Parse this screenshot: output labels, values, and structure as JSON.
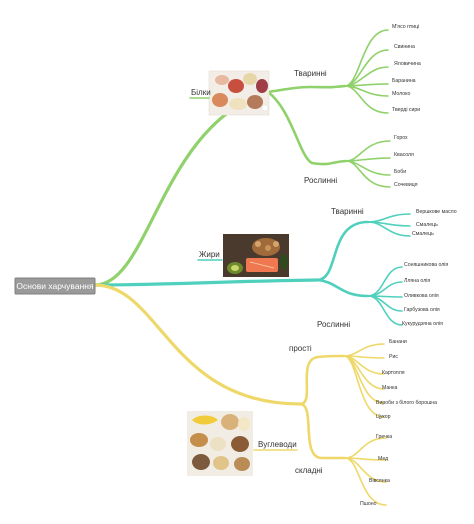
{
  "root": {
    "label": "Основи харчування"
  },
  "branches": {
    "proteins": {
      "label": "Білки",
      "image_icon": "food-photo-protein",
      "color": "#8fd16a",
      "animal": {
        "label": "Тваринні",
        "items": [
          "М'ясо птиці",
          "Свинина",
          "Яловичина",
          "Баранина",
          "Молоко",
          "Тверді сири"
        ]
      },
      "plant": {
        "label": "Рослинні",
        "items": [
          "Горох",
          "Квасоля",
          "Боби",
          "Сочевиця"
        ]
      }
    },
    "fats": {
      "label": "Жири",
      "image_icon": "food-photo-fats",
      "color": "#4fd0bd",
      "animal": {
        "label": "Тваринні",
        "items": [
          "Вершкове масло",
          "Смалець",
          "Смалець"
        ]
      },
      "plant": {
        "label": "Рослинні",
        "items": [
          "Соняшникова олія",
          "Лляна олія",
          "Оливкова олія",
          "Гарбузова олія",
          "Кукурудзяна олія"
        ]
      }
    },
    "carbs": {
      "label": "Вуглеводи",
      "image_icon": "food-photo-carbs",
      "color": "#eed86a",
      "simple": {
        "label": "прості",
        "items": [
          "Банани",
          "Рис",
          "Картопля",
          "Манка",
          "Вироби з білого борошна",
          "Цукор"
        ]
      },
      "complex": {
        "label": "складні",
        "items": [
          "Гречка",
          "Мед",
          "Вівсянка",
          "Пшоно"
        ]
      }
    }
  }
}
